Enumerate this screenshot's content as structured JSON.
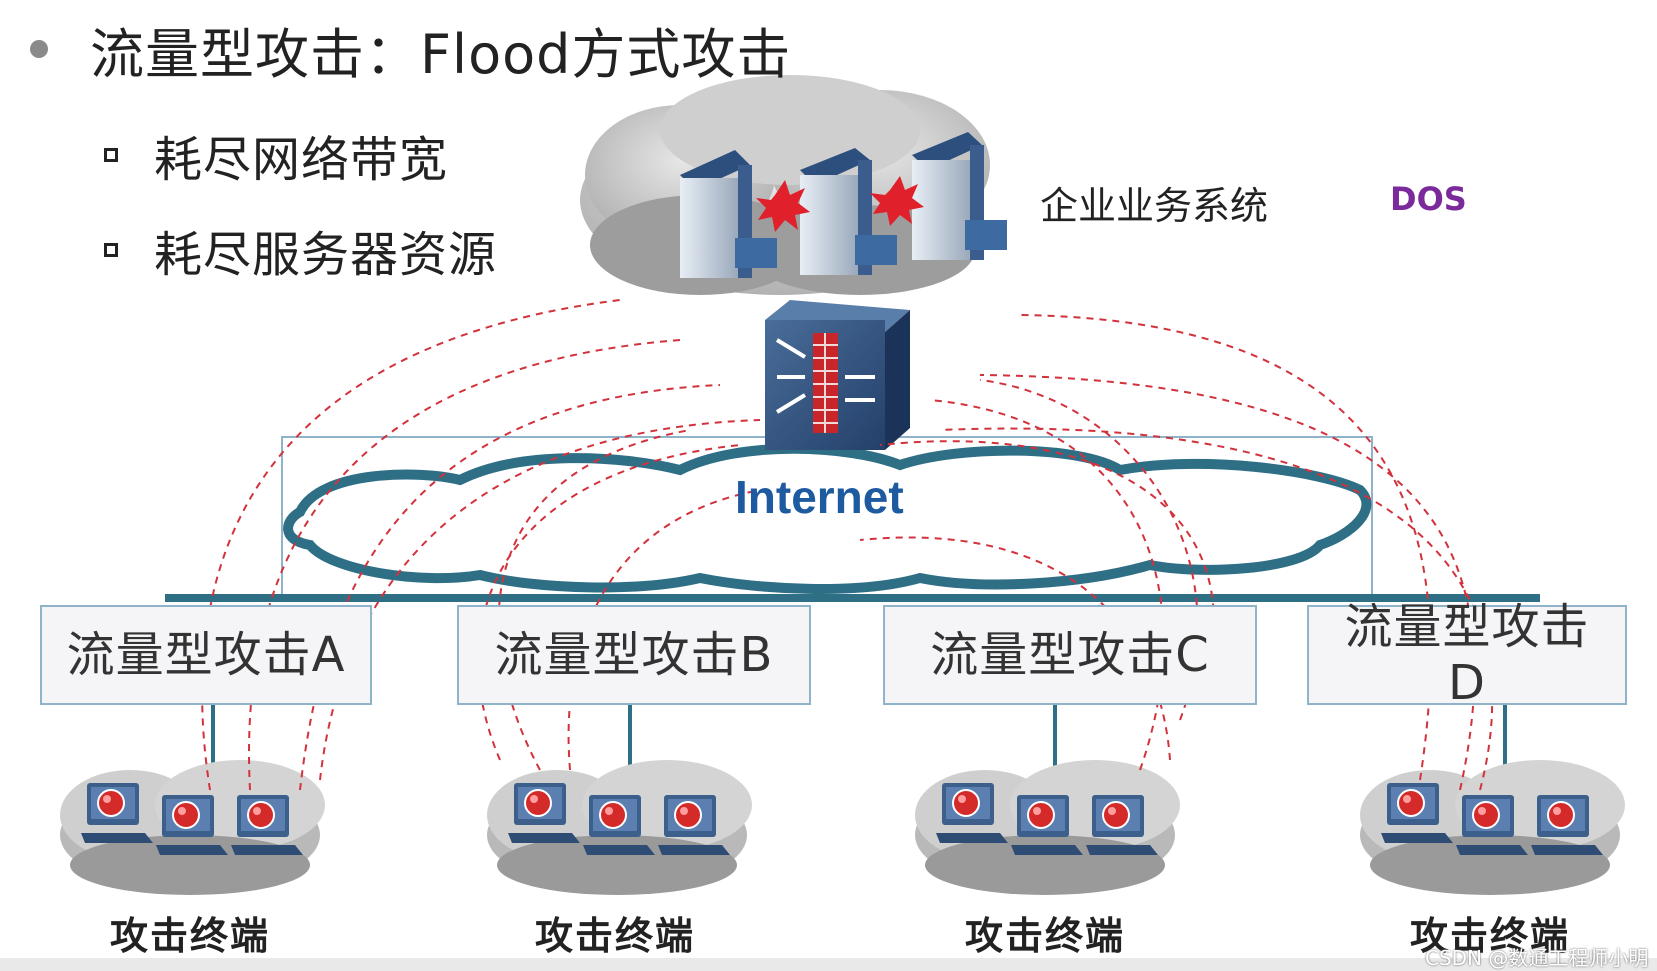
{
  "title": "流量型攻击：Flood方式攻击",
  "bullets": [
    "耗尽网络带宽",
    "耗尽服务器资源"
  ],
  "enterprise_label": "企业业务系统",
  "dos_label": "DOS",
  "internet_label": "Internet",
  "attack_boxes": [
    "流量型攻击A",
    "流量型攻击B",
    "流量型攻击C",
    "流量型攻击D"
  ],
  "terminal_label": "攻击终端",
  "watermark": "CSDN @数通工程师小明",
  "colors": {
    "internet_text": "#1e5aa0",
    "cloud_outline": "#2e6f86",
    "attack_lines": "#d2323c",
    "box_border": "#8fb3c9",
    "dos_text": "#7a2a9a"
  }
}
